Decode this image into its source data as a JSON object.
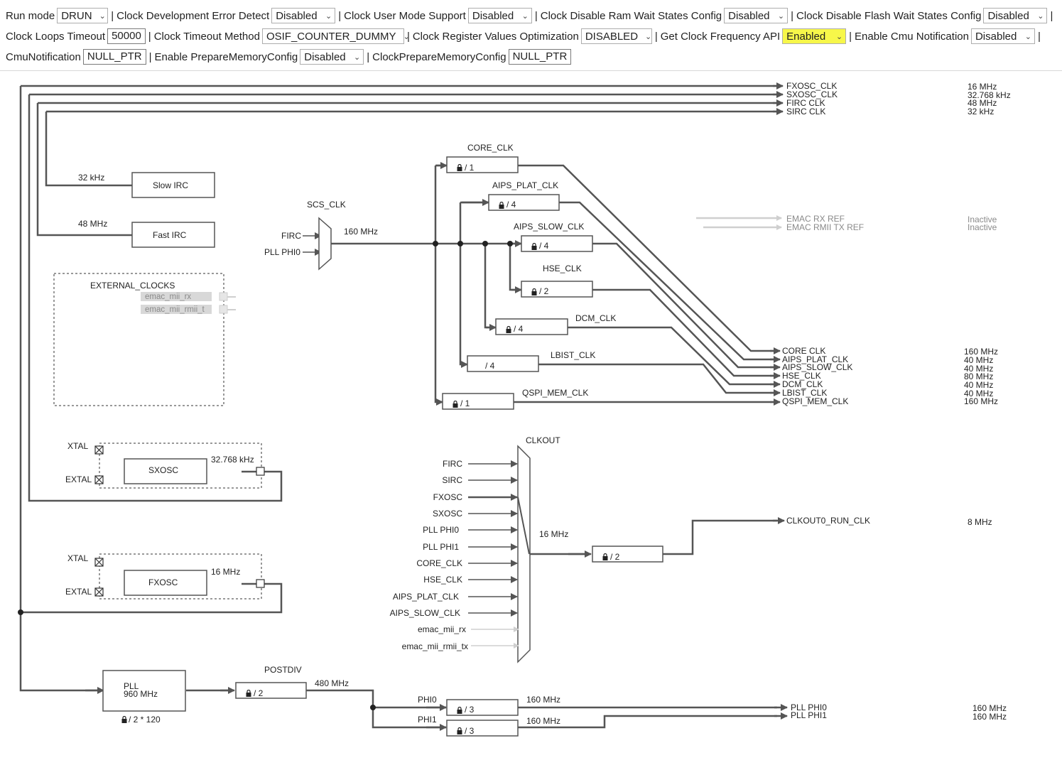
{
  "toolbar": {
    "run_mode": {
      "label": "Run mode",
      "value": "DRUN"
    },
    "clock_dev_error_detect": {
      "label": "Clock Development Error Detect",
      "value": "Disabled"
    },
    "clock_user_mode_support": {
      "label": "Clock User Mode Support",
      "value": "Disabled"
    },
    "clock_disable_ram_wait": {
      "label": "Clock Disable Ram Wait States Config",
      "value": "Disabled"
    },
    "clock_disable_flash_wait": {
      "label": "Clock Disable Flash Wait States Config",
      "value": "Disabled"
    },
    "clock_loops_timeout": {
      "label": "Clock Loops Timeout",
      "value": "50000"
    },
    "clock_timeout_method": {
      "label": "Clock Timeout Method",
      "value": "OSIF_COUNTER_DUMMY"
    },
    "clock_register_values_opt": {
      "label": "Clock Register Values Optimization",
      "value": "DISABLED"
    },
    "get_clock_frequency_api": {
      "label": "Get Clock Frequency API",
      "value": "Enabled"
    },
    "enable_cmu_notification": {
      "label": "Enable Cmu Notification",
      "value": "Disabled"
    },
    "cmu_notification": {
      "label": "CmuNotification",
      "value": "NULL_PTR"
    },
    "enable_prepare_memory_config": {
      "label": "Enable PrepareMemoryConfig",
      "value": "Disabled"
    },
    "clock_prepare_memory_config": {
      "label": "ClockPrepareMemoryConfig",
      "value": "NULL_PTR"
    },
    "separator": "|",
    "highlight_color": "#f7f74a"
  },
  "diagram": {
    "outputs_top": [
      {
        "name": "FXOSC_CLK",
        "freq": "16 MHz"
      },
      {
        "name": "SXOSC_CLK",
        "freq": "32.768 kHz"
      },
      {
        "name": "FIRC CLK",
        "freq": "48 MHz"
      },
      {
        "name": "SIRC CLK",
        "freq": "32 kHz"
      }
    ],
    "emac_outputs": [
      {
        "name": "EMAC RX REF",
        "freq": "Inactive"
      },
      {
        "name": "EMAC RMII TX REF",
        "freq": "Inactive"
      }
    ],
    "slow_irc": {
      "label": "Slow IRC",
      "freq": "32 kHz"
    },
    "fast_irc": {
      "label": "Fast IRC",
      "freq": "48 MHz"
    },
    "external_clocks": {
      "title": "EXTERNAL_CLOCKS",
      "items": [
        "emac_mii_rx",
        "emac_mii_rmii_t"
      ]
    },
    "scs": {
      "title": "SCS_CLK",
      "inputs": [
        "FIRC",
        "PLL PHI0"
      ],
      "freq": "160 MHz"
    },
    "dividers": [
      {
        "name": "CORE_CLK",
        "div": "/ 1"
      },
      {
        "name": "AIPS_PLAT_CLK",
        "div": "/ 4"
      },
      {
        "name": "AIPS_SLOW_CLK",
        "div": "/ 4"
      },
      {
        "name": "HSE_CLK",
        "div": "/ 2"
      },
      {
        "name": "DCM_CLK",
        "div": "/ 4"
      },
      {
        "name": "LBIST_CLK",
        "div": "/ 4"
      },
      {
        "name": "QSPI_MEM_CLK",
        "div": "/ 1"
      }
    ],
    "outputs_mid": [
      {
        "name": "CORE CLK",
        "freq": "160 MHz"
      },
      {
        "name": "AIPS_PLAT_CLK",
        "freq": "40 MHz"
      },
      {
        "name": "AIPS_SLOW_CLK",
        "freq": "40 MHz"
      },
      {
        "name": "HSE_CLK",
        "freq": "80 MHz"
      },
      {
        "name": "DCM_CLK",
        "freq": "40 MHz"
      },
      {
        "name": "LBIST_CLK",
        "freq": "40 MHz"
      },
      {
        "name": "QSPI_MEM_CLK",
        "freq": "160 MHz"
      }
    ],
    "sxosc": {
      "label": "SXOSC",
      "freq": "32.768 kHz",
      "xtal": "XTAL",
      "extal": "EXTAL"
    },
    "fxosc": {
      "label": "FXOSC",
      "freq": "16 MHz",
      "xtal": "XTAL",
      "extal": "EXTAL"
    },
    "clkout": {
      "title": "CLKOUT",
      "inputs": [
        "FIRC",
        "SIRC",
        "FXOSC",
        "SXOSC",
        "PLL PHI0",
        "PLL PHI1",
        "CORE_CLK",
        "HSE_CLK",
        "AIPS_PLAT_CLK",
        "AIPS_SLOW_CLK",
        "emac_mii_rx",
        "emac_mii_rmii_tx"
      ],
      "freq": "16 MHz",
      "div": "/ 2",
      "output": {
        "name": "CLKOUT0_RUN_CLK",
        "freq": "8 MHz"
      }
    },
    "pll": {
      "label": "PLL",
      "freq": "960 MHz",
      "mult": "/ 2 * 120"
    },
    "postdiv": {
      "title": "POSTDIV",
      "div": "/ 2",
      "freq": "480 MHz"
    },
    "phi": [
      {
        "name": "PHI0",
        "div": "/ 3",
        "freq": "160 MHz"
      },
      {
        "name": "PHI1",
        "div": "/ 3",
        "freq": "160 MHz"
      }
    ],
    "pll_outputs": [
      {
        "name": "PLL PHI0",
        "freq": "160 MHz"
      },
      {
        "name": "PLL PHI1",
        "freq": "160 MHz"
      }
    ]
  }
}
